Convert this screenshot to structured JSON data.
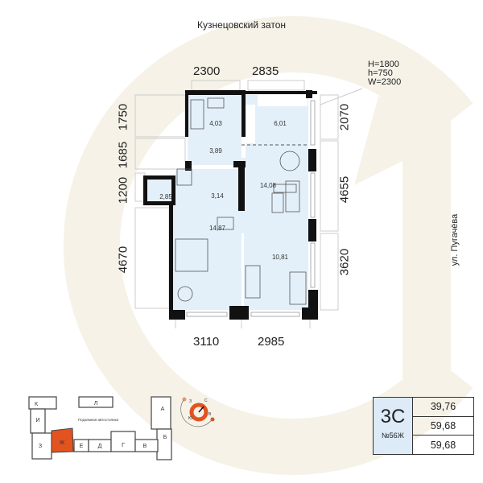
{
  "header": {
    "title": "Кузнецовский затон"
  },
  "street_label": "ул. Пугачёва",
  "window_spec": {
    "H": "H=1800",
    "h": "h=750",
    "W": "W=2300"
  },
  "dimensions": {
    "top": [
      "2300",
      "2835"
    ],
    "bottom": [
      "3110",
      "2985"
    ],
    "left": [
      "1750",
      "1685",
      "1200",
      "4670"
    ],
    "right": [
      "2070",
      "4655",
      "3620"
    ]
  },
  "rooms": [
    {
      "name": "bathroom",
      "area": "4,03"
    },
    {
      "name": "kitchen",
      "area": "6,01"
    },
    {
      "name": "hallway",
      "area": "3,89"
    },
    {
      "name": "living-room",
      "area": "14,08"
    },
    {
      "name": "wardrobe",
      "area": "2,85"
    },
    {
      "name": "toilet",
      "area": "3,14"
    },
    {
      "name": "bedroom",
      "area": "14,87"
    },
    {
      "name": "second-bedroom",
      "area": "10,81"
    }
  ],
  "site_plan": {
    "sections": [
      "К",
      "Л",
      "А",
      "И",
      "Б",
      "З",
      "Ж",
      "Е",
      "Д",
      "Г",
      "В"
    ],
    "highlighted_section": "Ж",
    "parking_label": "Подземная автостоянка",
    "highlight_color": "#e2531f"
  },
  "compass": {
    "north": "С",
    "south": "Ю",
    "east": "В",
    "west": "З"
  },
  "summary": {
    "type": "3С",
    "number": "№56Ж",
    "values": [
      "39,76",
      "59,68",
      "59,68"
    ]
  },
  "colors": {
    "room_fill": "#e4f0f9",
    "wall": "#111111",
    "accent": "#e2531f",
    "watermark": "#f5f1e7"
  }
}
